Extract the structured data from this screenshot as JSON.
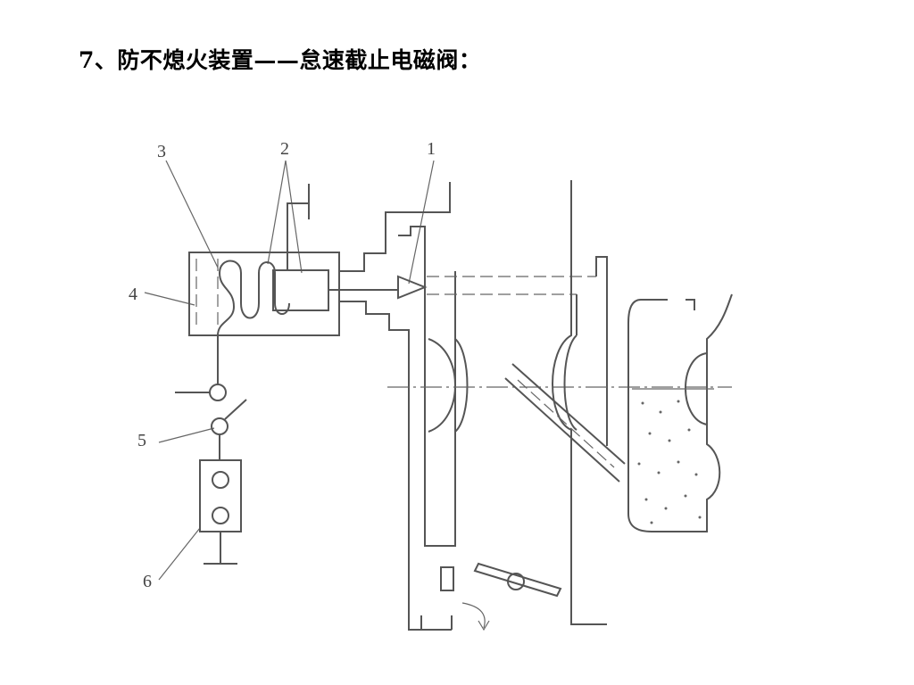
{
  "slide": {
    "title": "7、防不熄火装置——怠速截止电磁阀："
  },
  "diagram": {
    "labels": {
      "l1": "1",
      "l2": "2",
      "l3": "3",
      "l4": "4",
      "l5": "5",
      "l6": "6"
    }
  }
}
